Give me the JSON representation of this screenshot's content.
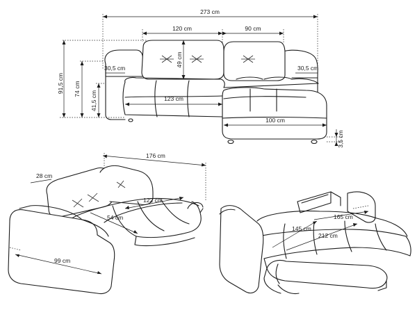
{
  "diagram": {
    "top_view": {
      "width_total": "273 cm",
      "back_left": "120 cm",
      "back_right": "90 cm",
      "arm_left": "30,5 cm",
      "arm_right": "30,5 cm",
      "back_height": "49 cm",
      "height_total": "91,5 cm",
      "height_74": "74 cm",
      "seat_height": "41,5 cm",
      "seat_width": "123 cm",
      "chaise_width": "100 cm",
      "leg_height": "3,5 cm"
    },
    "perspective_view": {
      "length": "176 cm",
      "arm_width": "28 cm",
      "seat_length": "122 cm",
      "seat_depth": "54 cm",
      "depth": "99 cm"
    },
    "bed_view": {
      "width": "165 cm",
      "length_145": "145 cm",
      "length_212": "212 cm"
    }
  }
}
